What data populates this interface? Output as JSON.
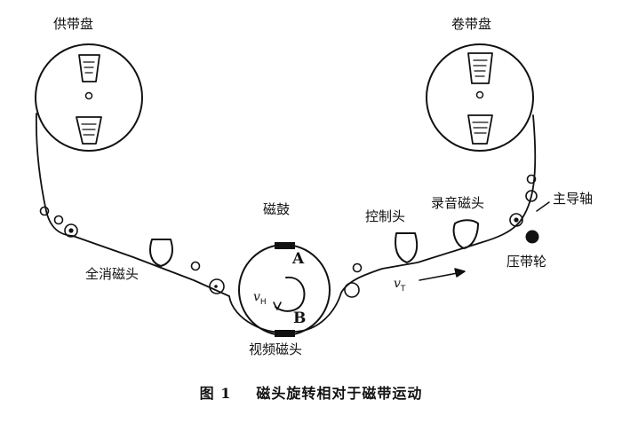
{
  "labels": {
    "supply_reel": "供带盘",
    "takeup_reel": "卷带盘",
    "head_drum": "磁鼓",
    "control_head": "控制头",
    "audio_head": "录音磁头",
    "capstan": "主导轴",
    "pinch_roller": "压带轮",
    "erase_head": "全消磁头",
    "video_head": "视频磁头",
    "head_a": "A",
    "head_b": "B",
    "head_velocity_symbol": "v",
    "head_velocity_subscript": "H",
    "tape_velocity_symbol": "v",
    "tape_velocity_subscript": "T"
  },
  "caption": {
    "number": "图 1",
    "text": "磁头旋转相对于磁带运动"
  }
}
